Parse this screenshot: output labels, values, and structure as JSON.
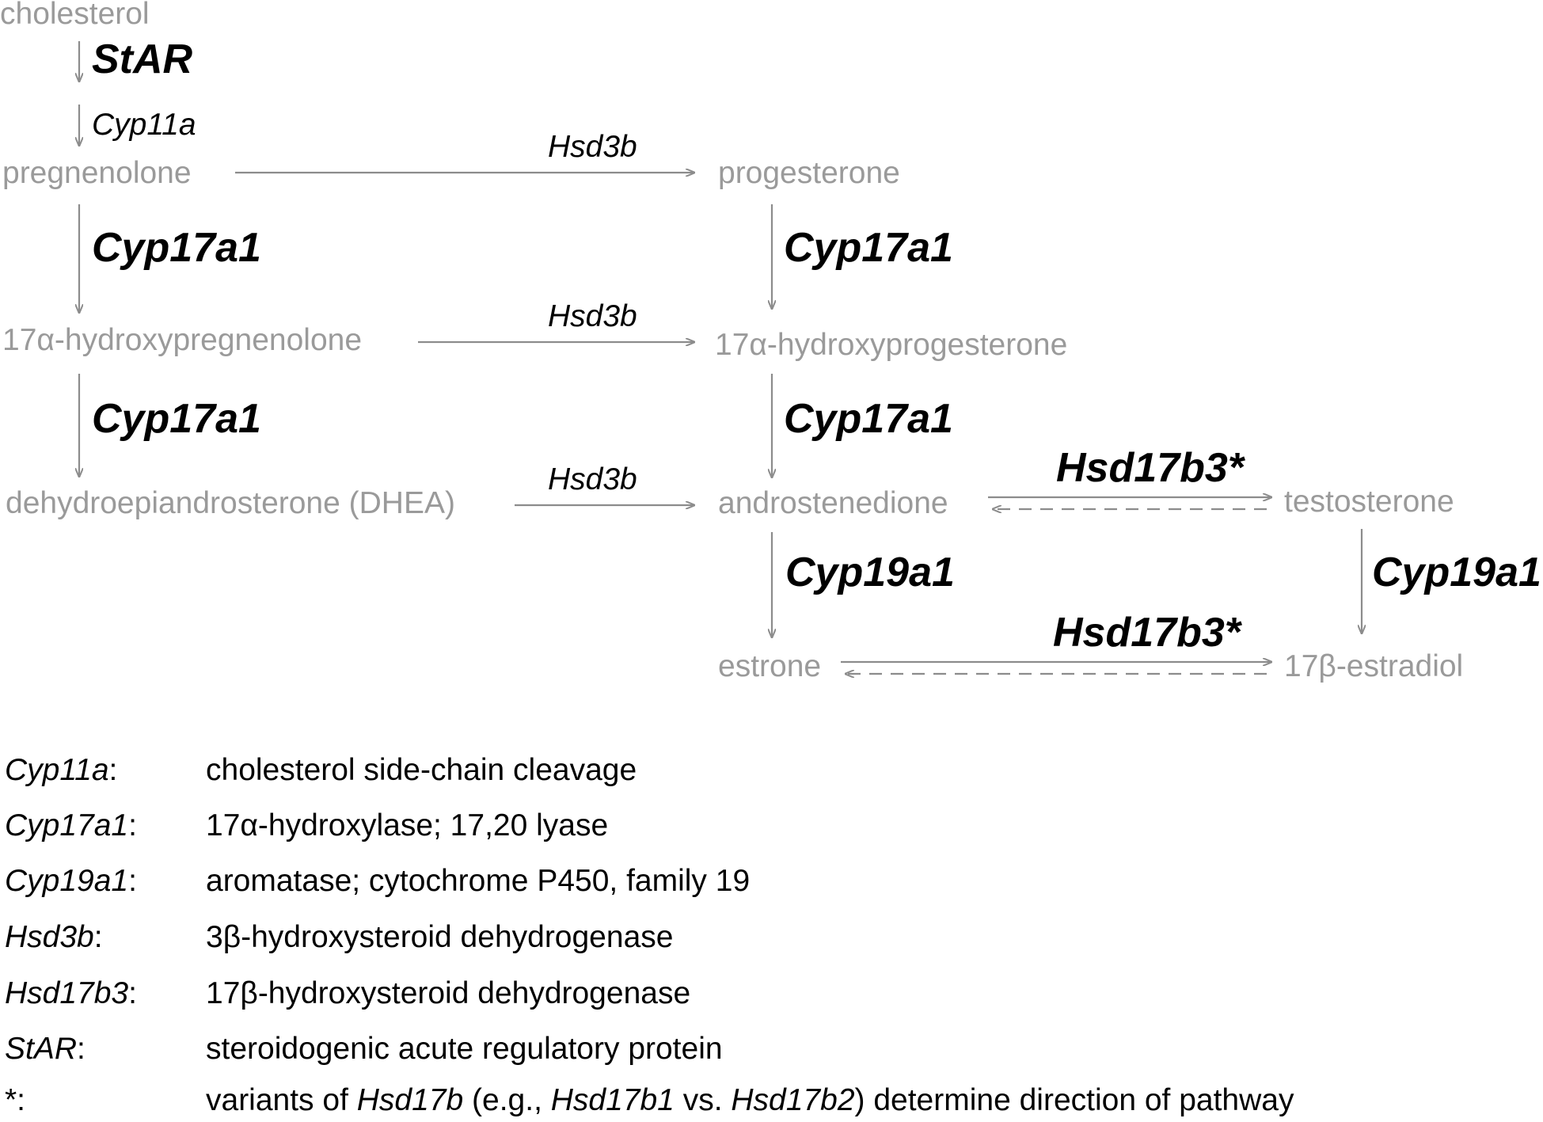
{
  "colors": {
    "compound": "#9a9a9a",
    "arrow": "#8c8c8c",
    "enzyme": "#000000"
  },
  "compounds": {
    "cholesterol": "cholesterol",
    "pregnenolone": "pregnenolone",
    "progesterone": "progesterone",
    "hydroxypregnenolone": "17α-hydroxypregnenolone",
    "hydroxyprogesterone": "17α-hydroxyprogesterone",
    "dhea": "dehydroepiandrosterone (DHEA)",
    "androstenedione": "androstenedione",
    "testosterone": "testosterone",
    "estrone": "estrone",
    "estradiol": "17β-estradiol"
  },
  "enzymes": {
    "star": "StAR",
    "cyp11a": "Cyp11a",
    "hsd3b": "Hsd3b",
    "cyp17a1": "Cyp17a1",
    "cyp19a1": "Cyp19a1",
    "hsd17b3": "Hsd17b3*"
  },
  "legend": [
    {
      "term": "Cyp11a",
      "sep": ":",
      "def": "cholesterol side-chain cleavage"
    },
    {
      "term": "Cyp17a1",
      "sep": ":",
      "def": "17α-hydroxylase; 17,20 lyase"
    },
    {
      "term": "Cyp19a1",
      "sep": ":",
      "def": "aromatase; cytochrome P450, family 19"
    },
    {
      "term": "Hsd3b",
      "sep": ":",
      "def": "3β-hydroxysteroid dehydrogenase"
    },
    {
      "term": "Hsd17b3",
      "sep": ":",
      "def": "17β-hydroxysteroid dehydrogenase"
    },
    {
      "term": "StAR",
      "sep": ":",
      "def": "steroidogenic acute regulatory protein"
    }
  ],
  "footnote": {
    "term": "*:",
    "parts": [
      "variants of ",
      "Hsd17b",
      " (e.g., ",
      "Hsd17b1",
      " vs. ",
      "Hsd17b2",
      ") determine direction of pathway"
    ]
  }
}
